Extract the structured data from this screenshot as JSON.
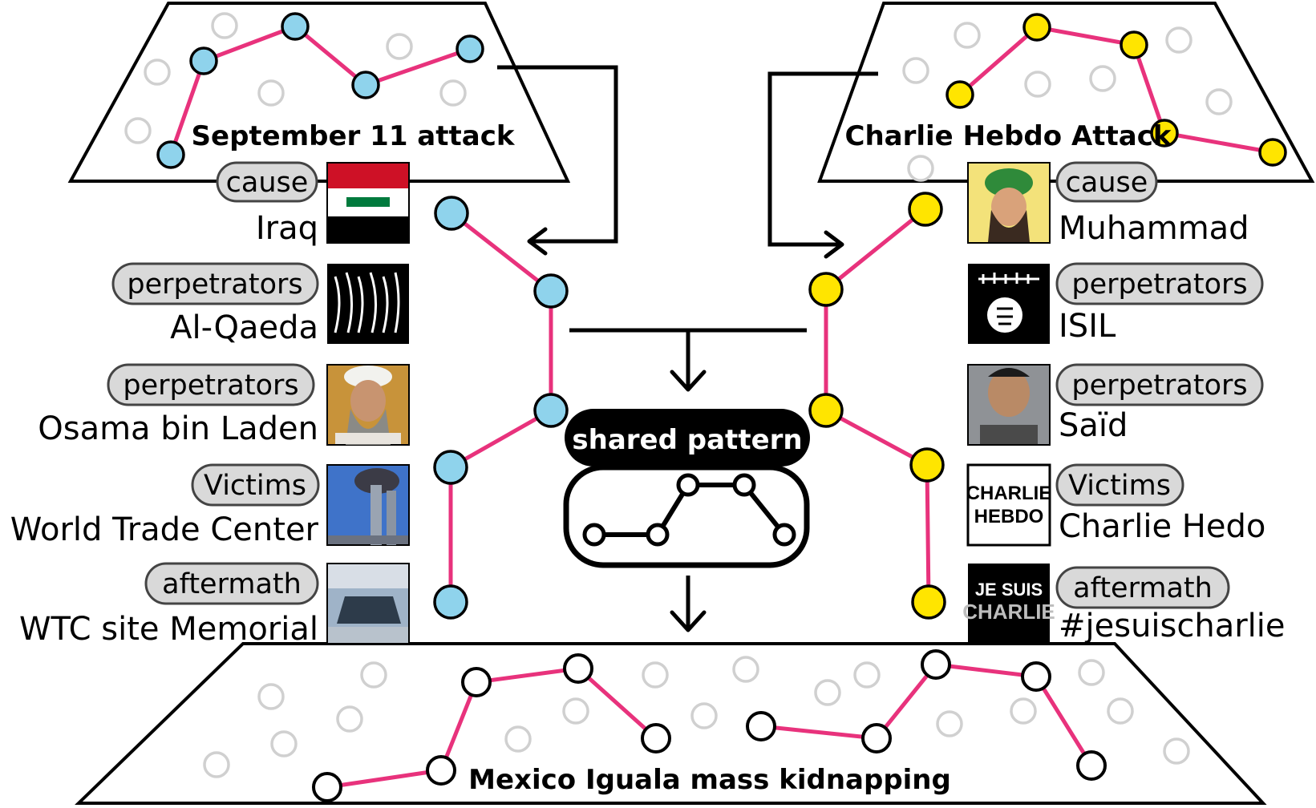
{
  "colors": {
    "edge": "#e8327c",
    "node_blue": "#8fd3ec",
    "node_yellow": "#ffe500",
    "node_white": "#ffffff",
    "pill_fill": "#d9d9d9",
    "ghost_stroke": "#d0d0d0"
  },
  "planes": {
    "left": {
      "title": "September 11 attack"
    },
    "right": {
      "title": "Charlie Hebdo Attack"
    },
    "bottom": {
      "title": "Mexico Iguala mass kidnapping"
    }
  },
  "shared": {
    "label": "shared pattern"
  },
  "left_entities": [
    {
      "tag": "cause",
      "name": "Iraq",
      "icon": "iraq-flag-icon"
    },
    {
      "tag": "perpetrators",
      "name": "Al-Qaeda",
      "icon": "al-qaeda-flag-icon"
    },
    {
      "tag": "perpetrators",
      "name": "Osama bin Laden",
      "icon": "portrait-photo-icon"
    },
    {
      "tag": "Victims",
      "name": "World Trade Center",
      "icon": "burning-towers-photo-icon"
    },
    {
      "tag": "aftermath",
      "name": "WTC site Memorial",
      "icon": "memorial-photo-icon"
    }
  ],
  "right_entities": [
    {
      "tag": "cause",
      "name": "Muhammad",
      "icon": "portrait-painting-icon"
    },
    {
      "tag": "perpetrators",
      "name": "ISIL",
      "icon": "isil-flag-icon"
    },
    {
      "tag": "perpetrators",
      "name": "Saïd",
      "icon": "portrait-photo-icon"
    },
    {
      "tag": "Victims",
      "name": "Charlie Hedo",
      "icon": "charlie-hebdo-logo-icon"
    },
    {
      "tag": "aftermath",
      "name": "#jesuischarlie",
      "icon": "je-suis-charlie-icon"
    }
  ],
  "image_text": {
    "charlie_logo_line1": "CHARLIE",
    "charlie_logo_line2": "HEBDO",
    "jesuis_line1": "JE SUIS",
    "jesuis_line2": "CHARLIE"
  }
}
